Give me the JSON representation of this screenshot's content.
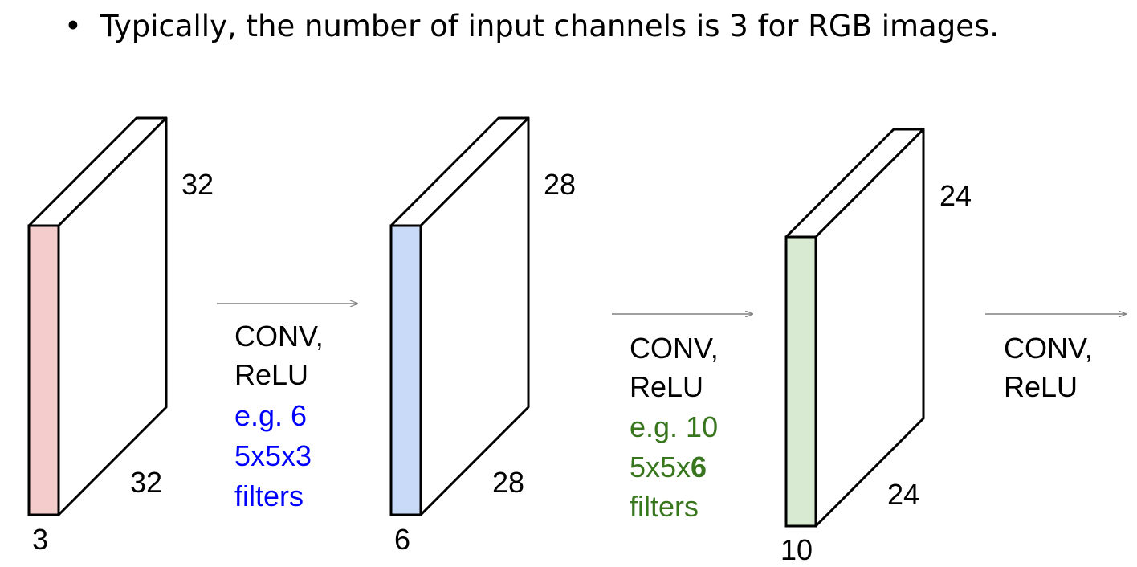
{
  "bullet": {
    "symbol": "•",
    "text": "Typically, the number of input channels is 3 for RGB images."
  },
  "volumes": [
    {
      "depth_label": "3",
      "height_label": "32",
      "width_label": "32",
      "face_color": "#f4cccc"
    },
    {
      "depth_label": "6",
      "height_label": "28",
      "width_label": "28",
      "face_color": "#c9daf8"
    },
    {
      "depth_label": "10",
      "height_label": "24",
      "width_label": "24",
      "face_color": "#d9ead3"
    }
  ],
  "steps": [
    {
      "line1": "CONV,",
      "line2": "ReLU",
      "note_color": "#0000ff",
      "note_line1": "e.g.  6",
      "note_line2_pre": "5x5x3",
      "note_line2_bold": "",
      "note_line3": "filters"
    },
    {
      "line1": "CONV,",
      "line2": "ReLU",
      "note_color": "#38761d",
      "note_line1": "e.g. 10",
      "note_line2_pre": "5x5x",
      "note_line2_bold": "6",
      "note_line3": "filters"
    },
    {
      "line1": "CONV,",
      "line2": "ReLU"
    }
  ],
  "colors": {
    "outline": "#000000",
    "arrow": "#808080"
  }
}
